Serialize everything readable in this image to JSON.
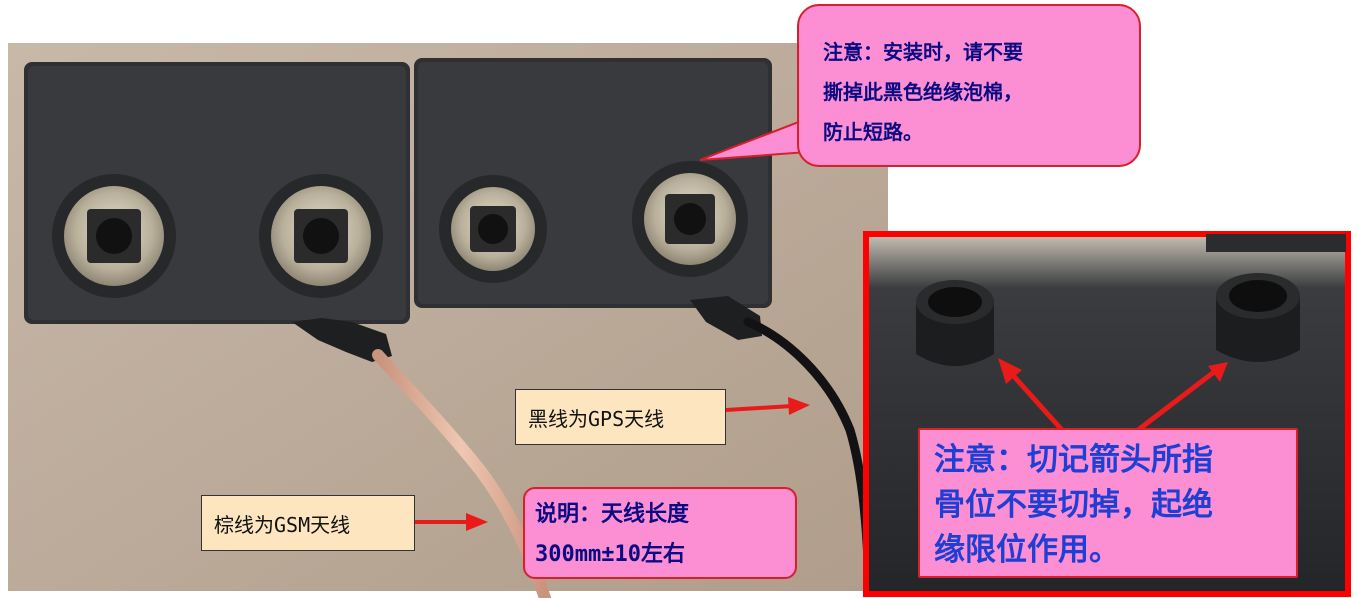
{
  "top_note": [
    "注意：安装时，请不要",
    "撕掉此黑色绝缘泡棉，",
    "防止短路。"
  ],
  "gps_label": "黑线为GPS天线",
  "gsm_label": "棕线为GSM天线",
  "length_note": [
    "说明：天线长度",
    "300mm±10左右"
  ],
  "inset_note": [
    "注意：切记箭头所指",
    "骨位不要切掉，起绝",
    "缘限位作用。"
  ],
  "colors": {
    "callout_fill": "#fc8fd3",
    "callout_border": "#d8202a",
    "label_fill": "#fde6bf",
    "arrow": "#e81a1a",
    "inset_border": "#ff0000"
  }
}
